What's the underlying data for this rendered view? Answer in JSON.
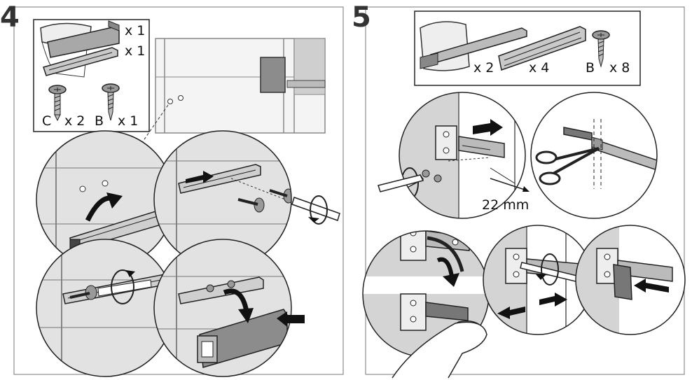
{
  "step4": {
    "number": "4",
    "parts": {
      "item1_qty": "x 1",
      "item2_qty": "x 1",
      "screw_c_letter": "C",
      "screw_c_qty": "x 2",
      "screw_b_letter": "B",
      "screw_b_qty": "x 1"
    }
  },
  "step5": {
    "number": "5",
    "parts": {
      "bracket_qty": "x 2",
      "rail_qty": "x 4",
      "screw_b_letter": "B",
      "screw_b_qty": "x 8"
    },
    "dimension": "22 mm"
  },
  "colors": {
    "line": "#222222",
    "panel": "#d9d9d9",
    "panel_dark": "#9a9a9a",
    "metal": "#bdbdbd",
    "frame": "#888888"
  }
}
